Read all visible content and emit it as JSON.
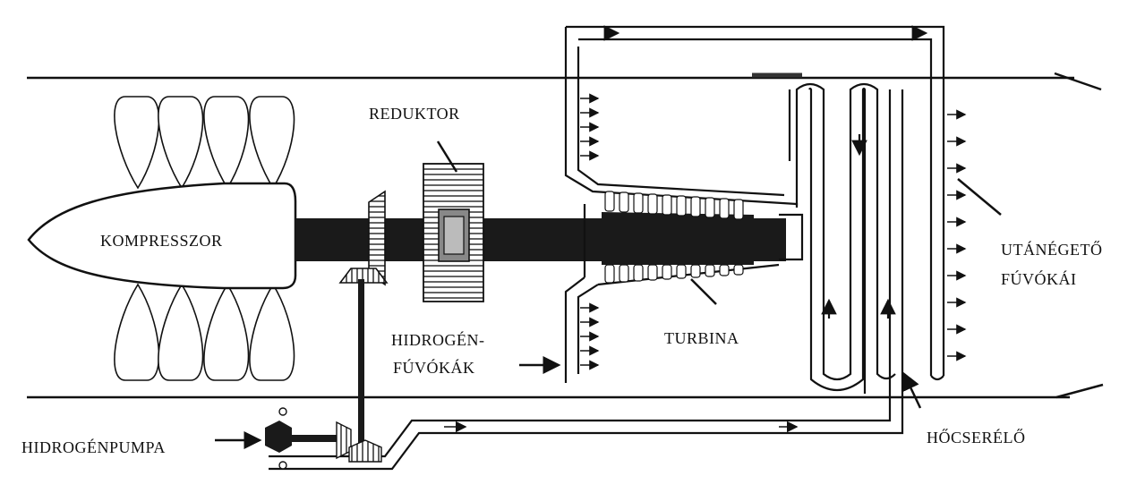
{
  "labels": {
    "kompresszor": "KOMPRESSZOR",
    "reduktor": "REDUKTOR",
    "hidrogen_fuvokak_line1": "HIDROGÉN-",
    "hidrogen_fuvokak_line2": "FÚVÓKÁK",
    "turbina": "TURBINA",
    "utanegeto_line1": "UTÁNÉGETŐ",
    "utanegeto_line2": "FÚVÓKÁI",
    "hocserelo": "HŐCSERÉLŐ",
    "hidrogenpumpa": "HIDROGÉNPUMPA"
  },
  "colors": {
    "ink": "#111111",
    "shaft": "#1a1a1a",
    "paper": "#ffffff"
  }
}
